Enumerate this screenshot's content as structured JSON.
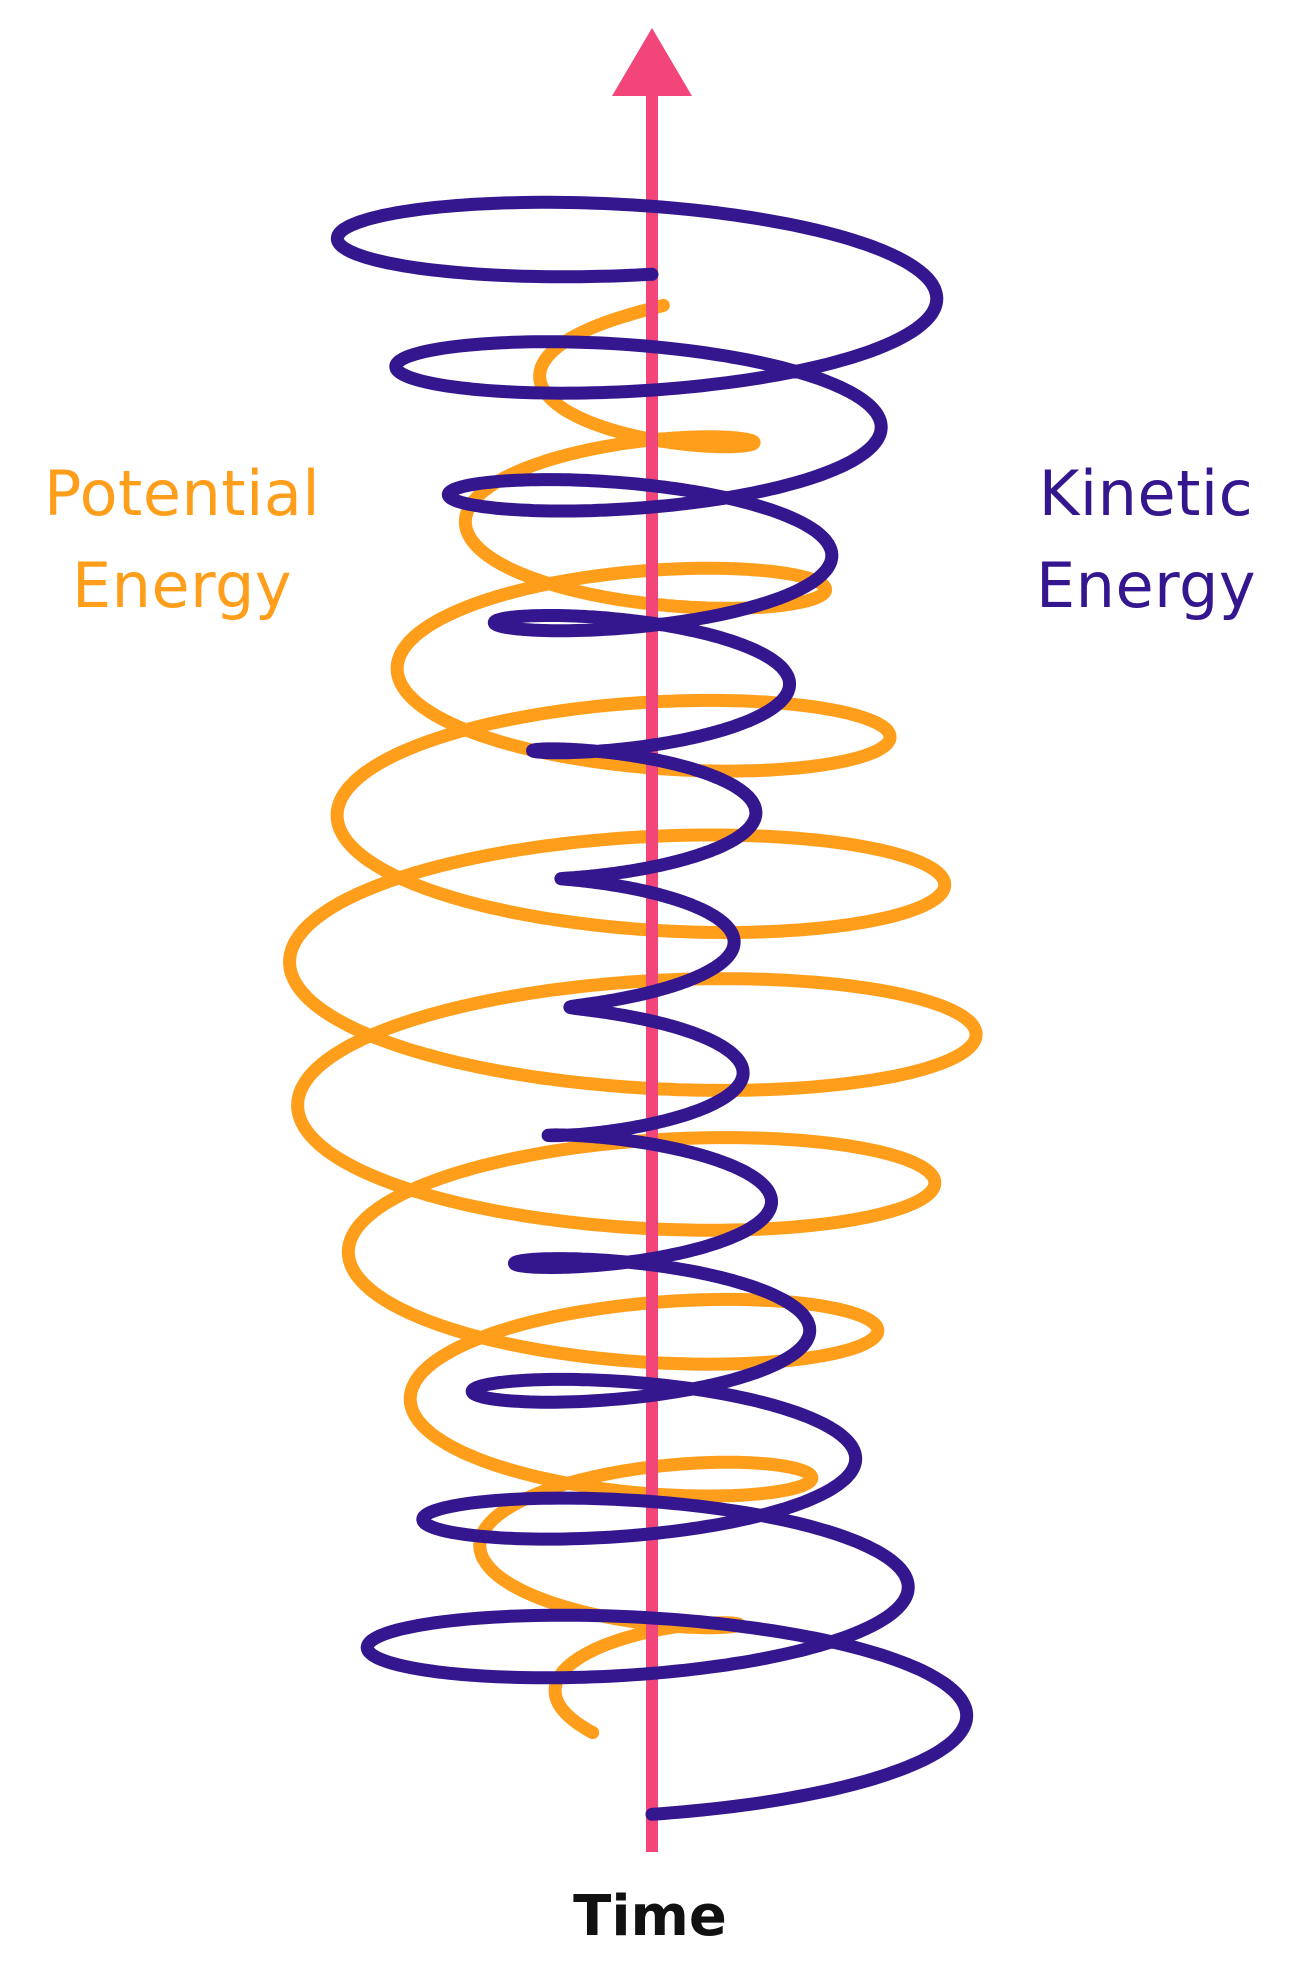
{
  "labels": {
    "potential_line1": "Potential",
    "potential_line2": "Energy",
    "kinetic_line1": "Kinetic",
    "kinetic_line2": "Energy",
    "time": "Time"
  },
  "colors": {
    "potential": "#FF9E1B",
    "kinetic": "#34168F",
    "time_axis": "#F2457A",
    "time_text": "#111111",
    "background": "#FFFFFF"
  },
  "icons": {
    "time_axis_head": "arrow-up-icon"
  }
}
